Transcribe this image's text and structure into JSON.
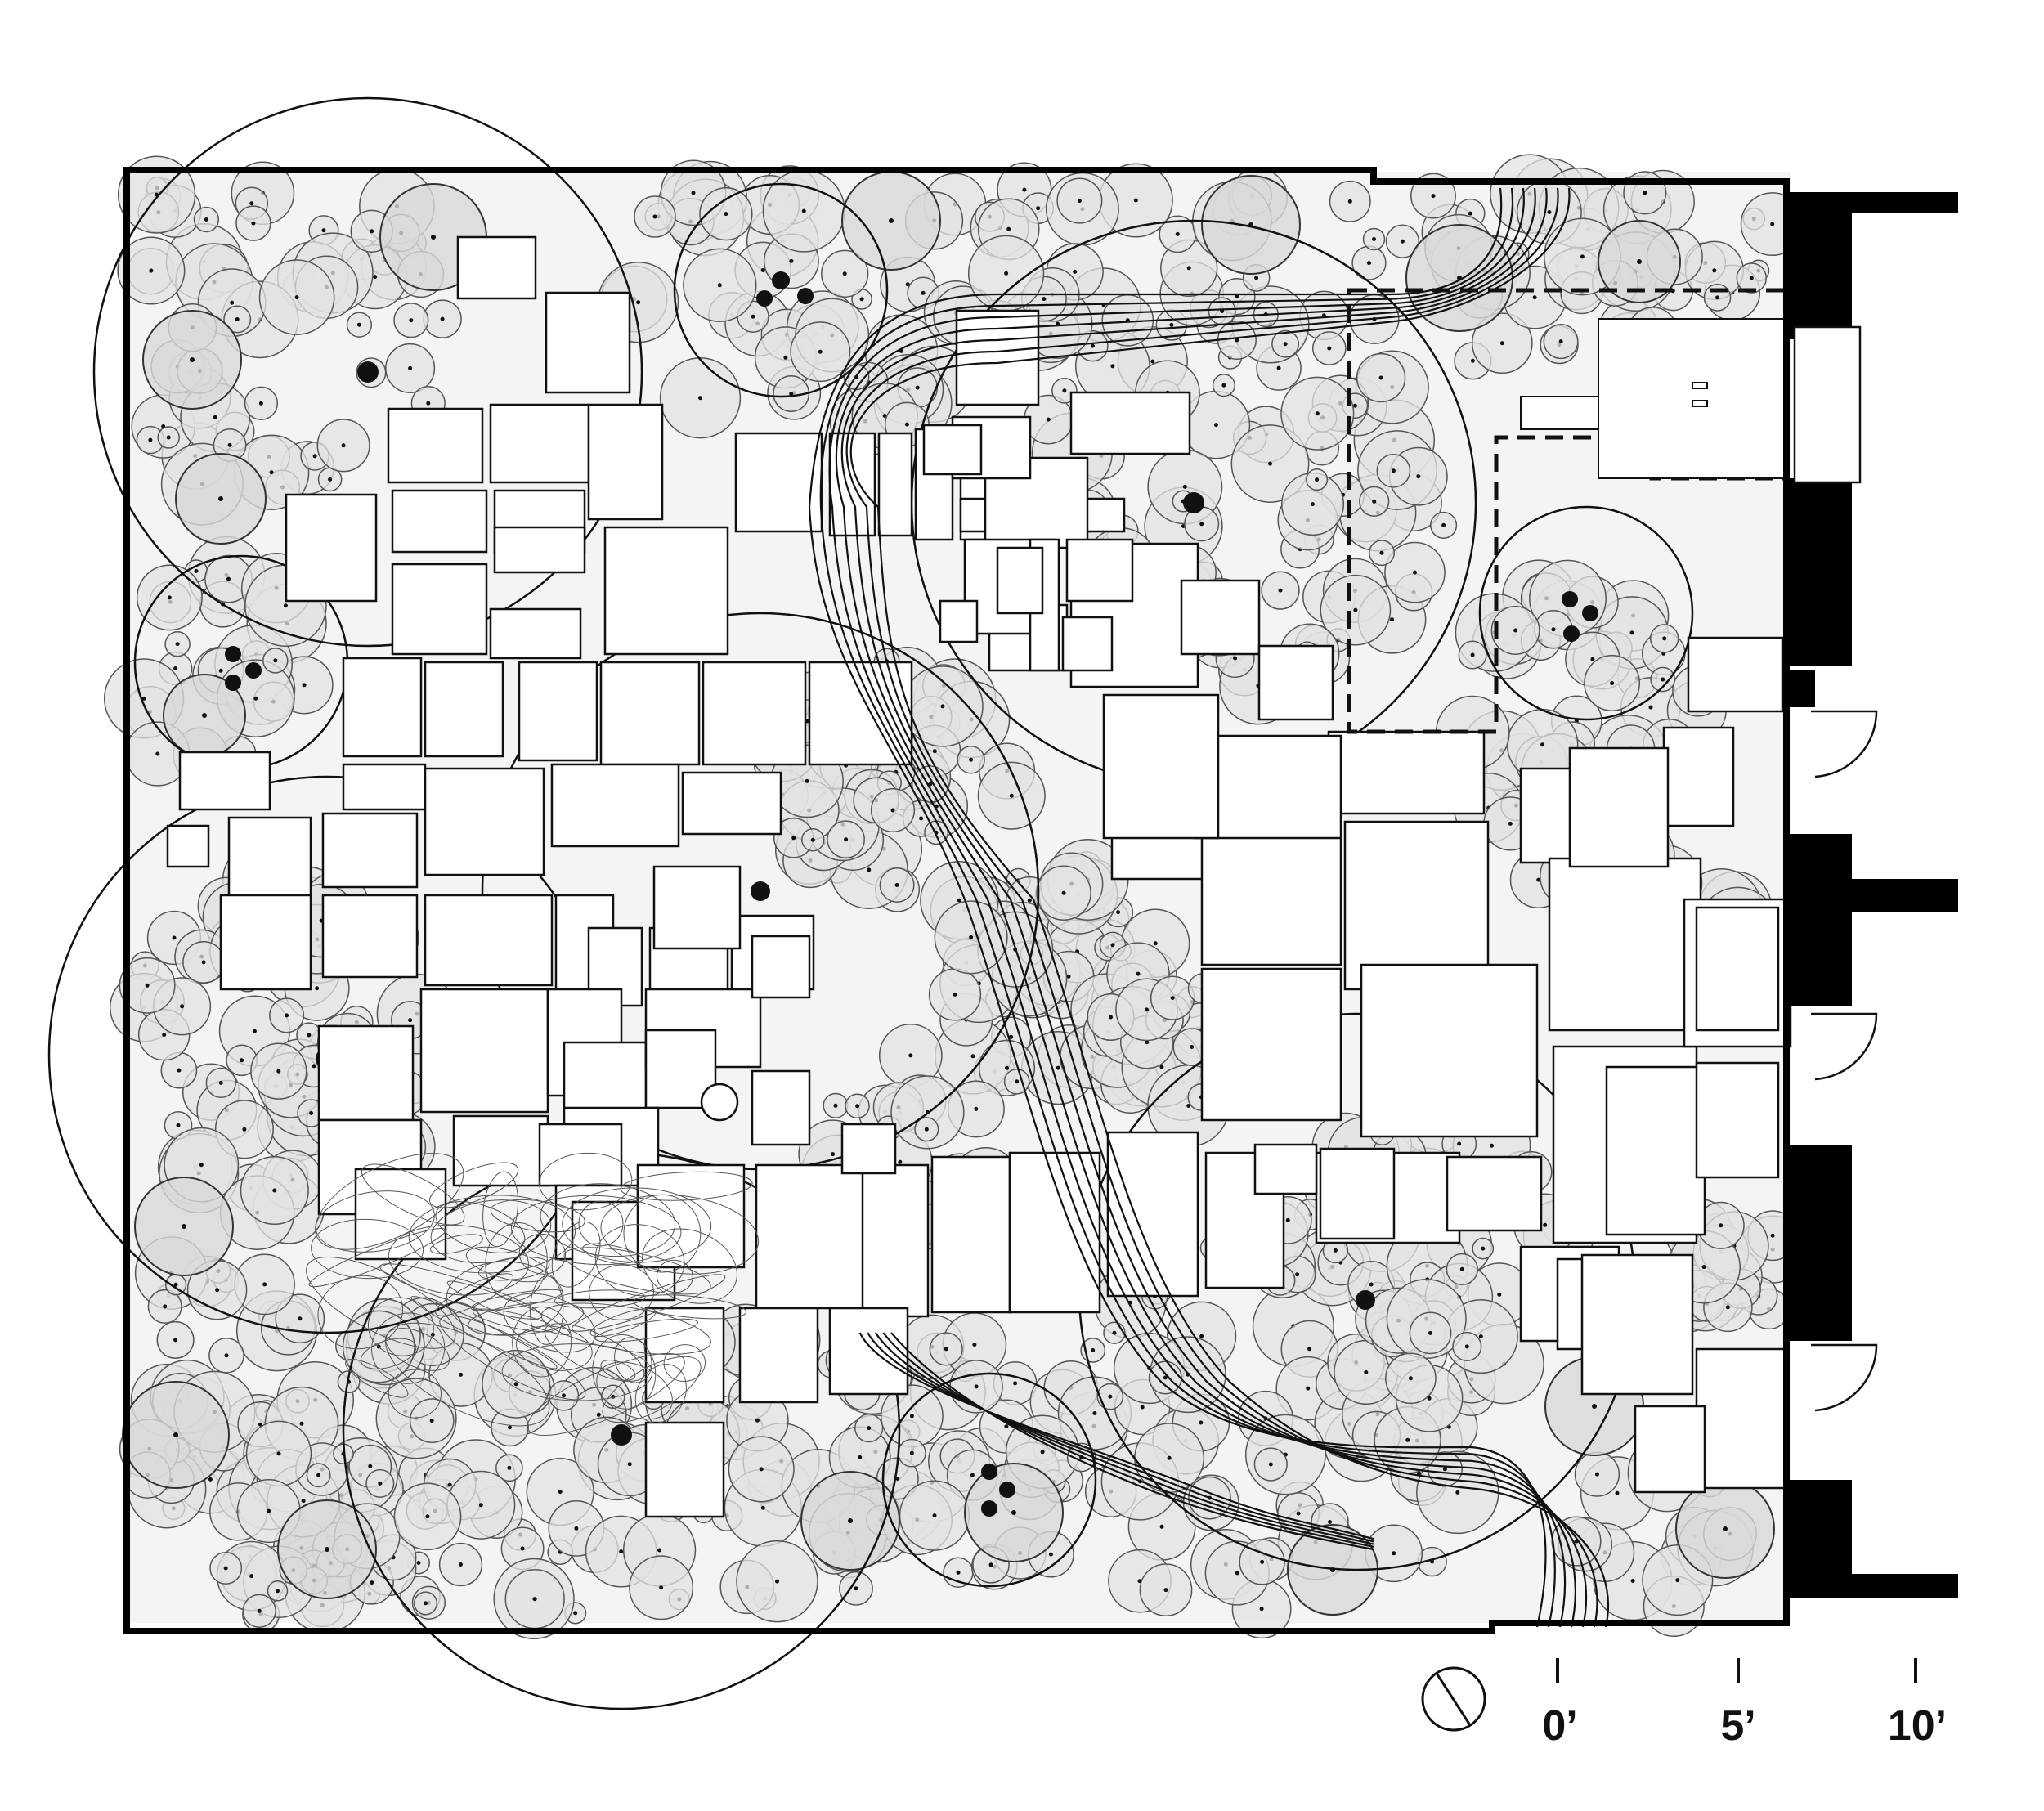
{
  "scale_bar": {
    "labels": [
      "0’",
      "5’",
      "10’"
    ]
  },
  "north_arrow": {
    "icon": "north-arrow-icon"
  },
  "colors": {
    "line": "#111111",
    "planting_fill": "#e3e3e3",
    "planting_stroke": "#555555",
    "paving_fill": "#ffffff",
    "wall": "#000000",
    "ground": "#f4f4f4"
  }
}
